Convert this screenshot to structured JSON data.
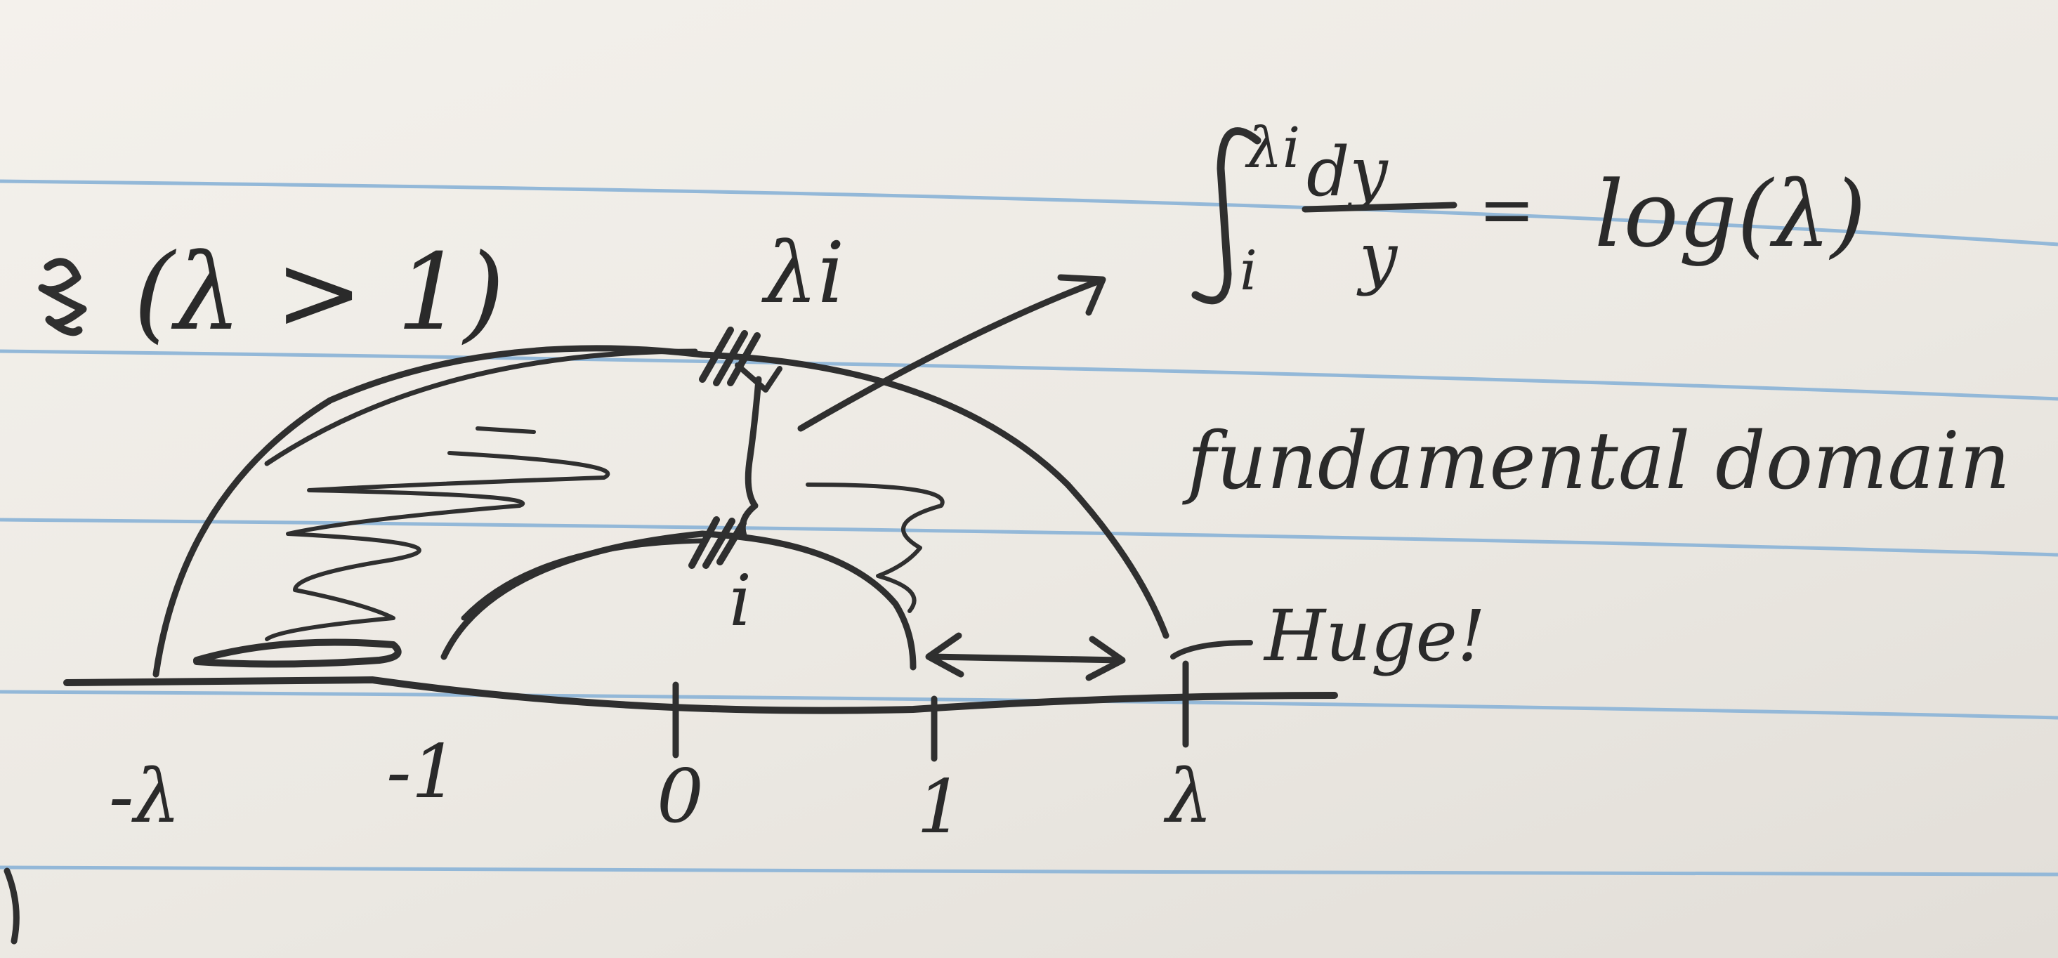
{
  "note": {
    "paper": "lined notebook paper",
    "ink_color": "#2f2f2f",
    "rule_color": "#93b8d8",
    "condition_label": "(λ > 1)",
    "top_point_label": "λi",
    "bottom_point_label": "i",
    "integral": {
      "lower_limit": "i",
      "upper_limit": "λi",
      "numerator": "dy",
      "denominator": "y",
      "equals": "=",
      "result": "log(λ)"
    },
    "domain_label": "fundamental domain",
    "gap_label": "Huge!",
    "axis_ticks": [
      "-λ",
      "-1",
      "0",
      "1",
      "λ"
    ]
  }
}
